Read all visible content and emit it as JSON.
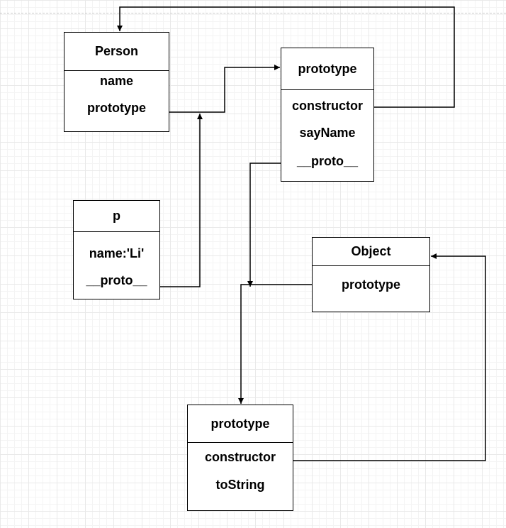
{
  "diagram": {
    "person": {
      "title": "Person",
      "rows": [
        "name",
        "prototype"
      ]
    },
    "person_prototype": {
      "title": "prototype",
      "rows": [
        "constructor",
        "sayName",
        "__proto__"
      ]
    },
    "instance_p": {
      "title": "p",
      "rows": [
        "name:'Li'",
        "__proto__"
      ]
    },
    "object": {
      "title": "Object",
      "rows": [
        "prototype"
      ]
    },
    "object_prototype": {
      "title": "prototype",
      "rows": [
        "constructor",
        "toString"
      ]
    }
  },
  "colors": {
    "line": "#000000",
    "grid": "#e9e9e9",
    "background": "#ffffff"
  }
}
